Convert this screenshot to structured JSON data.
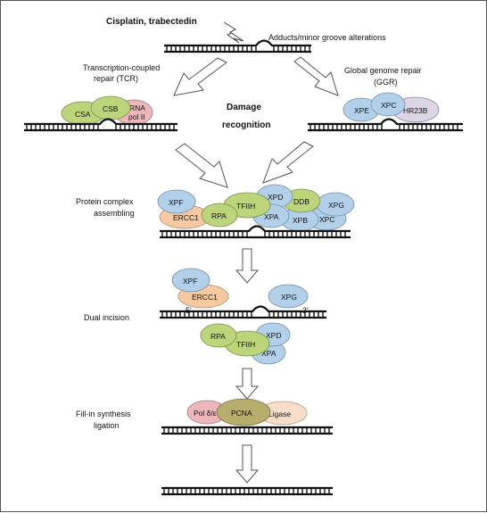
{
  "colors": {
    "blue": "#b3d0ea",
    "green": "#bcd57a",
    "orange": "#f6c9a0",
    "pink": "#efb7b9",
    "lavender": "#dcd5e4",
    "olive": "#b7ae6e",
    "peach": "#f8dec8"
  },
  "labels": {
    "agents": "Cisplatin, trabectedin",
    "adducts": "Adducts/minor groove alterations",
    "tcr_line1": "Transcription-coupled",
    "tcr_line2": "repair (TCR)",
    "ggr_line1": "Global genome repair",
    "ggr_line2": "(GGR)",
    "damage1": "Damage",
    "damage2": "recognition",
    "assembly1": "Protein complex",
    "assembly2": "assembling",
    "incision": "Dual incision",
    "fill1": "Fill-in synthesis",
    "fill2": "ligation",
    "five_prime": "5'",
    "three_prime": "3'"
  },
  "proteins": {
    "csa": "CSA",
    "csb": "CSB",
    "rnapol_1": "RNA",
    "rnapol_2": "pol II",
    "xpe": "XPE",
    "xpc": "XPC",
    "hr23b": "HR23B",
    "xpf": "XPF",
    "ercc1": "ERCC1",
    "rpa": "RPA",
    "tfiih": "TFIIH",
    "xpd": "XPD",
    "xpa": "XPA",
    "ddb": "DDB",
    "xpb": "XPB",
    "xpg": "XPG",
    "pol": "Pol δ/ε",
    "pcna": "PCNA",
    "ligase": "Ligase"
  }
}
